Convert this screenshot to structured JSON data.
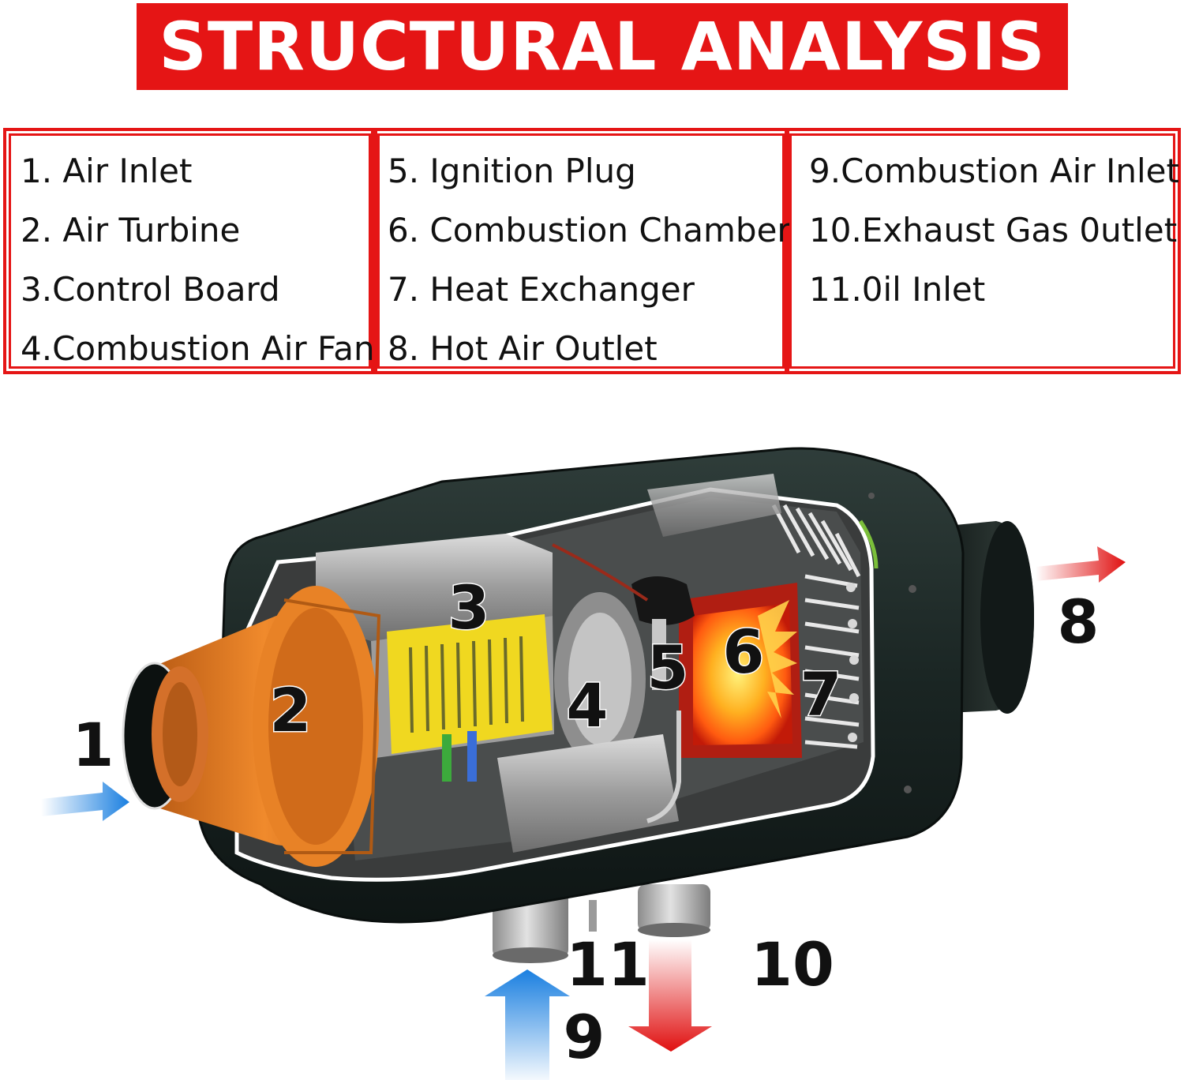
{
  "title": "STRUCTURAL ANALYSIS",
  "legend": {
    "columns": [
      {
        "items": [
          "1. Air Inlet",
          "2. Air Turbine",
          "3.Control Board",
          "4.Combustion Air Fan"
        ]
      },
      {
        "items": [
          "5. Ignition Plug",
          "6. Combustion Chamber",
          "7. Heat Exchanger",
          "8. Hot Air Outlet"
        ]
      },
      {
        "items": [
          "9.Combustion Air Inlet",
          "10.Exhaust Gas 0utlet",
          "11.0il Inlet"
        ]
      }
    ]
  },
  "callouts": {
    "n1": "1",
    "n2": "2",
    "n3": "3",
    "n4": "4",
    "n5": "5",
    "n6": "6",
    "n7": "7",
    "n8": "8",
    "n9": "9",
    "n10": "10",
    "n11": "11"
  },
  "colors": {
    "accent_red": "#e51515",
    "cold_air_blue": "#1a7fe0",
    "hot_air_red": "#e01010",
    "housing": "#1b2624",
    "turbine_orange": "#e07a22"
  }
}
